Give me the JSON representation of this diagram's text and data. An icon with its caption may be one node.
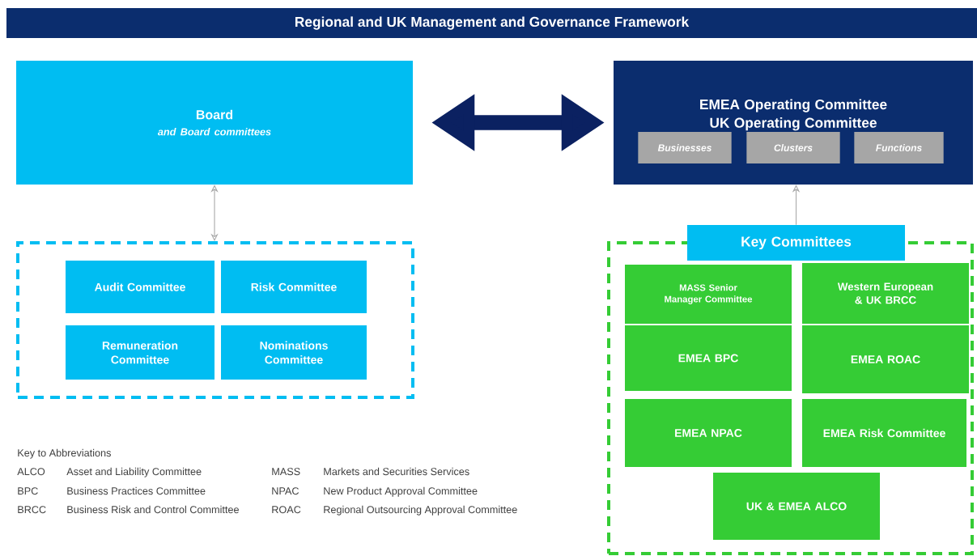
{
  "diagram": {
    "title": "Regional and UK Management and Governance Framework",
    "nodes": [
      {
        "text": [
          "Board",
          "and Board committees"
        ]
      },
      {
        "text": [
          "EMEA Operating Committee",
          "UK Operating Committee"
        ]
      },
      {
        "text": [
          "Businesses"
        ],
        "in": 1
      },
      {
        "text": [
          "Clusters"
        ],
        "in": 1
      },
      {
        "text": [
          "Functions"
        ],
        "in": 1
      },
      {
        "text": [],
        "shape": "box"
      },
      {
        "text": [
          "Audit Committee"
        ],
        "in": 5
      },
      {
        "text": [
          "Risk Committee"
        ],
        "in": 5
      },
      {
        "text": [
          "Remuneration Committee"
        ],
        "in": 5
      },
      {
        "text": [
          "Nominations Committee"
        ],
        "in": 5
      },
      {
        "text": [
          "Key Committees"
        ]
      },
      {
        "text": [],
        "shape": "box"
      },
      {
        "text": [
          "MASS Senior Manager Committee"
        ],
        "in": 11
      },
      {
        "text": [
          "Western European & UK BRCC"
        ],
        "in": 11
      },
      {
        "text": [
          "EMEA BPC"
        ],
        "in": 11
      },
      {
        "text": [
          "EMEA ROAC"
        ],
        "in": 11
      },
      {
        "text": [
          "EMEA NPAC"
        ],
        "in": 11
      },
      {
        "text": [
          "EMEA Risk Committee"
        ],
        "in": 11
      },
      {
        "text": [
          "UK & EMEA ALCO"
        ],
        "in": 11
      }
    ],
    "edges": [
      {
        "from": 0,
        "to": 1,
        "arrow": "both",
        "style": "thick",
        "color": "#0b2161"
      },
      {
        "from": 0,
        "to": 5,
        "arrow": "both"
      },
      {
        "from": 10,
        "to": 1,
        "arrow": "to"
      }
    ],
    "labels": [
      "Key to Abbreviations",
      "ALCO",
      "Asset and Liability Committee",
      "MASS",
      "Markets and Securities Services",
      "BPC",
      "Business Practices Committee",
      "NPAC",
      "New Product Approval Committee",
      "BRCC",
      "Business Risk and Control Committee",
      "ROAC",
      "Regional Outsourcing Approval Committee"
    ]
  }
}
